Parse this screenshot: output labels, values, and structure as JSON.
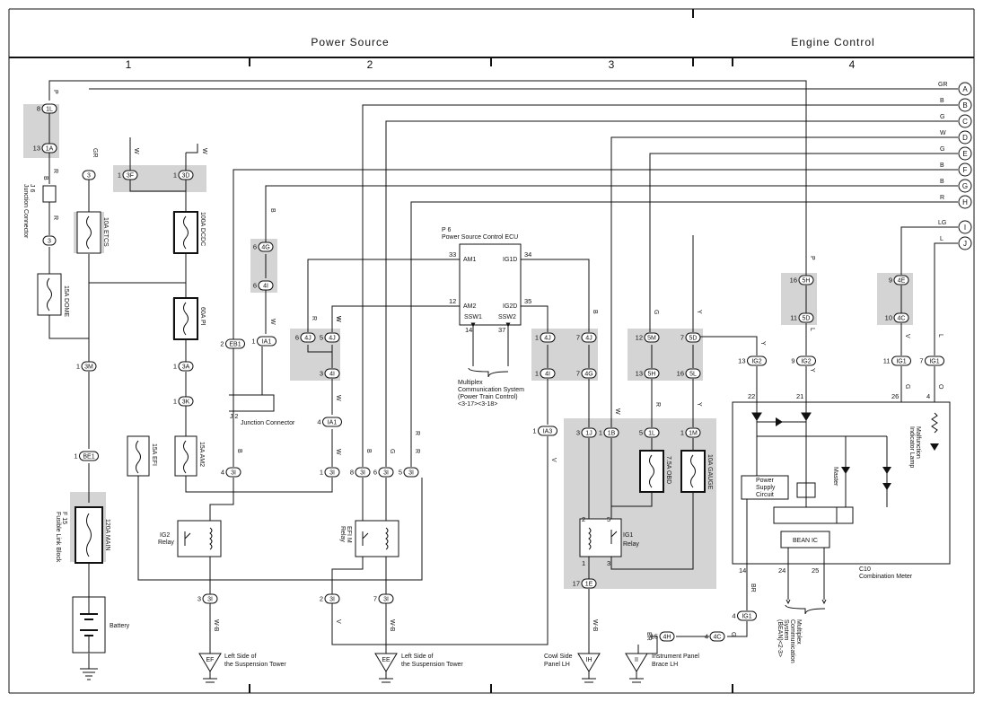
{
  "header": {
    "sections": [
      "Power Source",
      "Engine Control"
    ],
    "columns": [
      "1",
      "2",
      "3",
      "4"
    ]
  },
  "buses": [
    {
      "color": "GR",
      "id": "A"
    },
    {
      "color": "B",
      "id": "B"
    },
    {
      "color": "G",
      "id": "C"
    },
    {
      "color": "W",
      "id": "D"
    },
    {
      "color": "G",
      "id": "E"
    },
    {
      "color": "B",
      "id": "F"
    },
    {
      "color": "B",
      "id": "G"
    },
    {
      "color": "R",
      "id": "H"
    },
    {
      "color": "LG",
      "id": "I"
    },
    {
      "color": "L",
      "id": "J"
    }
  ],
  "connectors": [
    {
      "pin": "8",
      "code": "1L"
    },
    {
      "pin": "13",
      "code": "1A"
    },
    {
      "pin": "",
      "code": "3"
    },
    {
      "pin": "1",
      "code": "3F"
    },
    {
      "pin": "1",
      "code": "3D"
    },
    {
      "pin": "",
      "code": "3"
    },
    {
      "pin": "6",
      "code": "4G"
    },
    {
      "pin": "6",
      "code": "4I"
    },
    {
      "pin": "1",
      "code": "3M"
    },
    {
      "pin": "1",
      "code": "3A"
    },
    {
      "pin": "1",
      "code": "3K"
    },
    {
      "pin": "1",
      "code": "BE1"
    },
    {
      "pin": "2",
      "code": "EB1"
    },
    {
      "pin": "1",
      "code": "IA1"
    },
    {
      "pin": "6",
      "code": "4J"
    },
    {
      "pin": "5",
      "code": "4J"
    },
    {
      "pin": "3",
      "code": "4I"
    },
    {
      "pin": "4",
      "code": "IA1"
    },
    {
      "pin": "4",
      "code": "3I"
    },
    {
      "pin": "1",
      "code": "3I"
    },
    {
      "pin": "8",
      "code": "3I"
    },
    {
      "pin": "6",
      "code": "3I"
    },
    {
      "pin": "5",
      "code": "3I"
    },
    {
      "pin": "3",
      "code": "3I"
    },
    {
      "pin": "2",
      "code": "3I"
    },
    {
      "pin": "7",
      "code": "3I"
    },
    {
      "pin": "1",
      "code": "4J"
    },
    {
      "pin": "7",
      "code": "4J"
    },
    {
      "pin": "1",
      "code": "4I"
    },
    {
      "pin": "7",
      "code": "4G"
    },
    {
      "pin": "1",
      "code": "IA3"
    },
    {
      "pin": "3",
      "code": "1J"
    },
    {
      "pin": "1",
      "code": "1B"
    },
    {
      "pin": "12",
      "code": "5M"
    },
    {
      "pin": "7",
      "code": "5D"
    },
    {
      "pin": "13",
      "code": "5H"
    },
    {
      "pin": "16",
      "code": "5L"
    },
    {
      "pin": "5",
      "code": "1L"
    },
    {
      "pin": "1",
      "code": "1M"
    },
    {
      "pin": "17",
      "code": "1E"
    },
    {
      "pin": "16",
      "code": "5H"
    },
    {
      "pin": "11",
      "code": "5D"
    },
    {
      "pin": "9",
      "code": "4E"
    },
    {
      "pin": "10",
      "code": "4C"
    },
    {
      "pin": "13",
      "code": "IG2"
    },
    {
      "pin": "9",
      "code": "IG2"
    },
    {
      "pin": "11",
      "code": "IG1"
    },
    {
      "pin": "7",
      "code": "IG1"
    },
    {
      "pin": "4",
      "code": "IG1"
    },
    {
      "pin": "15",
      "code": "4H"
    },
    {
      "pin": "4",
      "code": "4C"
    }
  ],
  "fuses": [
    {
      "name": "15A DOME"
    },
    {
      "name": "10A ETCS"
    },
    {
      "name": "100A DCDC"
    },
    {
      "name": "60A PI"
    },
    {
      "name": "15A EFI"
    },
    {
      "name": "15A AM2"
    },
    {
      "name": "120A MAIN"
    },
    {
      "name": "7.5A OBD"
    },
    {
      "name": "10A GAUGE"
    }
  ],
  "wire_colors": [
    "P",
    "R",
    "B",
    "R",
    "GR",
    "W",
    "W",
    "B",
    "W",
    "R",
    "W",
    "W",
    "W",
    "B",
    "B",
    "G",
    "R",
    "W-B",
    "V",
    "W-B",
    "V",
    "B",
    "W",
    "G",
    "Y",
    "R",
    "Y",
    "W-B",
    "P",
    "L",
    "V",
    "L",
    "Y",
    "Y",
    "G",
    "O",
    "BR",
    "BR",
    "G",
    "W",
    "R"
  ],
  "components": {
    "jc": {
      "code": "J 6",
      "name": "Junction Connector"
    },
    "jc2": {
      "code": "J 2",
      "name": "Junction Connector"
    },
    "ecu": {
      "code": "P 6",
      "name": "Power Source Control ECU",
      "pins": {
        "am1": "AM1",
        "am2": "AM2",
        "ig1d": "IG1D",
        "ig2d": "IG2D",
        "ssw1": "SSW1",
        "ssw2": "SSW2"
      },
      "pin_nums": {
        "p33": "33",
        "p12": "12",
        "p34": "34",
        "p35": "35",
        "p14": "14",
        "p37": "37"
      },
      "ref": [
        "Multiplex",
        "Communication System",
        "(Power Train Control)",
        "<3-17><3-18>"
      ]
    },
    "fusible_link": {
      "code": "F 15",
      "name": "Fusible Link Block"
    },
    "battery": "Battery",
    "ig2_relay": [
      "IG2",
      "Relay"
    ],
    "efim_relay": [
      "EFI M",
      "Relay"
    ],
    "ig1_relay": [
      "IG1",
      "Relay"
    ],
    "meter": {
      "code": "C10",
      "name": "Combination Meter",
      "psc": [
        "Power",
        "Supply",
        "Circuit"
      ],
      "bean": "BEAN IC",
      "master": "Master",
      "mil": [
        "Malfunction",
        "Indicator Lamp"
      ],
      "pins": {
        "p22": "22",
        "p21": "21",
        "p26": "26",
        "p4": "4",
        "p14": "14",
        "p24": "24",
        "p25": "25"
      },
      "mux": [
        "Multiplex",
        "Communication",
        "System",
        "(BEAN)<2-3>"
      ]
    }
  },
  "grounds": [
    {
      "id": "EF",
      "label": [
        "Left Side of",
        "the Suspension Tower"
      ]
    },
    {
      "id": "EE",
      "label": [
        "Left Side of",
        "the Suspension Tower"
      ]
    },
    {
      "id": "IH",
      "label": [
        "Cowl Side",
        "Panel LH"
      ]
    },
    {
      "id": "II",
      "label": [
        "Instrument Panel",
        "Brace LH"
      ]
    }
  ]
}
